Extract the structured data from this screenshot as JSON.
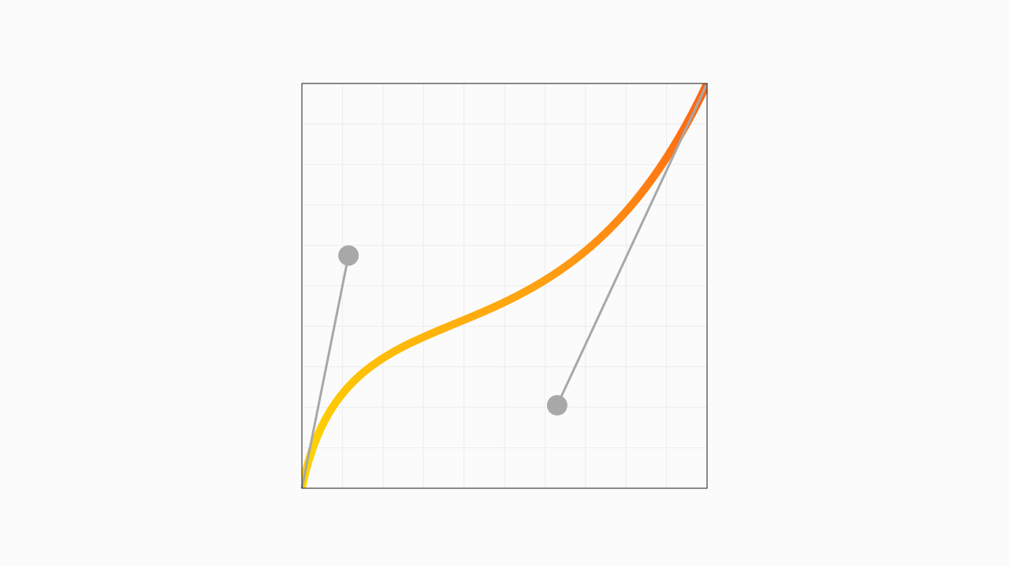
{
  "editor": {
    "grid_divisions": 10,
    "grid_color": "#ececec",
    "frame_color": "#1a1a1a",
    "background": "#fbfbfb",
    "handle_color": "#a8a8a8",
    "curve_gradient": {
      "start": "#ffd600",
      "mid": "#ffa012",
      "end": "#ff6414"
    }
  },
  "bezier": {
    "p1": [
      0.115,
      0.575
    ],
    "p2": [
      0.63,
      0.205
    ]
  }
}
